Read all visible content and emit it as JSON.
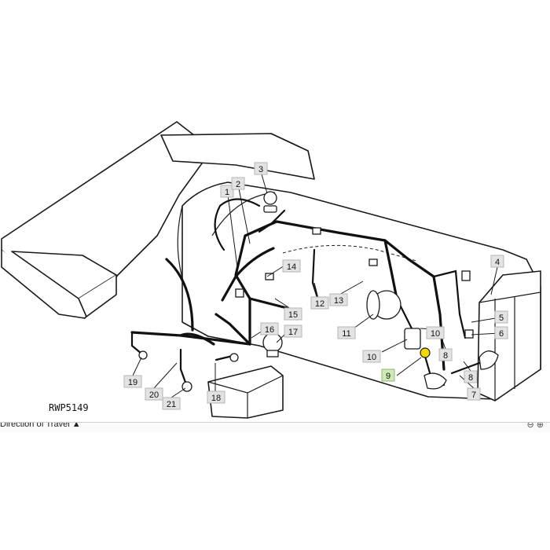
{
  "figure": {
    "reference_code": "RWP5149",
    "footer_label": "Direction of Travel ▲",
    "footer_controls": "⊖ ⊕",
    "callouts": [
      "1",
      "2",
      "3",
      "4",
      "5",
      "6",
      "7",
      "8",
      "8",
      "9",
      "10",
      "10",
      "11",
      "12",
      "13",
      "14",
      "15",
      "16",
      "17",
      "18",
      "19",
      "20",
      "21"
    ],
    "highlighted_callout": "9",
    "highlight_color": "#cfe8b8",
    "component_highlight_color": "#f5d800"
  }
}
